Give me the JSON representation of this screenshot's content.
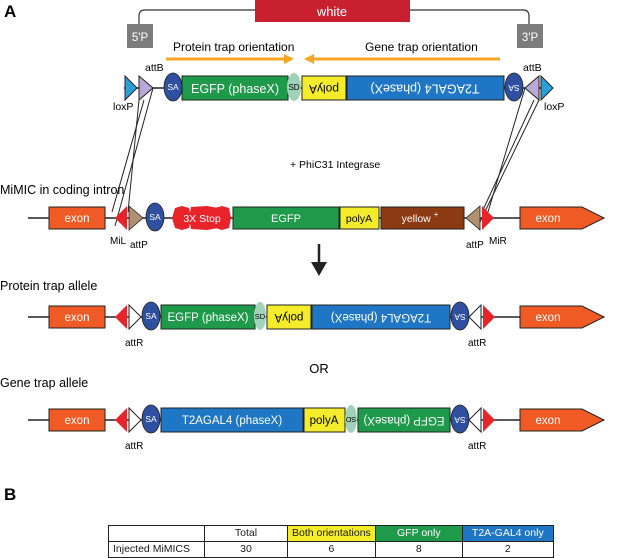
{
  "panel_a": {
    "panel_label": "A",
    "cassette": {
      "selection_marker": "white",
      "left_p_element": "5'P",
      "right_p_element": "3'P",
      "protein_trap_orientation": "Protein trap orientation",
      "gene_trap_orientation": "Gene trap orientation",
      "attB_left": "attB",
      "attB_right": "attB",
      "loxP_left": "loxP",
      "loxP_right": "loxP",
      "sa_left": "SA",
      "egfp": "EGFP (phaseX)",
      "sd": "SD",
      "polya": "polyA",
      "t2agal4": "T2AGAL4 (phaseX)",
      "sa_right": "SA",
      "colors": {
        "white_marker": "#c8202f",
        "sa": "#2f4fa0",
        "egfp": "#1f9a4a",
        "sd": "#9fd2b8",
        "polya": "#f4ec2a",
        "t2agal4": "#1f76c4",
        "p_element": "#7c7c7c",
        "attB": "#b9a8d8",
        "loxP": "#2ea0d8",
        "orientation_arrow": "#f5a623"
      }
    },
    "integrase": "+ PhiC31 Integrase",
    "mimic": {
      "title": "MiMIC in coding intron",
      "exon_left": "exon",
      "exon_right": "exon",
      "mil": "MiL",
      "attp_left": "attP",
      "sa": "SA",
      "stop": "3X Stop",
      "egfp": "EGFP",
      "polya": "polyA",
      "yellow": "yellow",
      "yellow_superscript": "+",
      "attp_right": "attP",
      "mir": "MiR",
      "colors": {
        "exon": "#f05a24",
        "stop": "#e8232a",
        "yellow": "#8b3a12",
        "attP": "#b09070",
        "mi": "#e8232a"
      }
    },
    "protein_trap": {
      "title": "Protein trap allele",
      "exon_left": "exon",
      "sa_left": "SA",
      "egfp": "EGFP (phaseX)",
      "sd": "SD",
      "polya": "polyA",
      "t2agal4": "T2AGAL4 (phaseX)",
      "sa_right": "SA",
      "exon_right": "exon",
      "attr_left": "attR",
      "attr_right": "attR"
    },
    "or_label": "OR",
    "gene_trap": {
      "title": "Gene trap allele",
      "exon_left": "exon",
      "sa_left": "SA",
      "t2agal4": "T2AGAL4 (phaseX)",
      "polya": "polyA",
      "sd": "SD",
      "egfp": "EGFP (phaseX)",
      "sa_right": "SA",
      "exon_right": "exon",
      "attr_left": "attR",
      "attr_right": "attR"
    }
  },
  "panel_b": {
    "panel_label": "B",
    "table": {
      "headers": [
        "",
        "Total",
        "Both orientations",
        "GFP only",
        "T2A-GAL4 only"
      ],
      "header_colors": [
        "#ffffff",
        "#ffffff",
        "#f4ec2a",
        "#1f9a4a",
        "#1f76c4"
      ],
      "rows": [
        {
          "label": "Injected MiMICS",
          "values": [
            "30",
            "6",
            "8",
            "2"
          ]
        }
      ]
    }
  }
}
